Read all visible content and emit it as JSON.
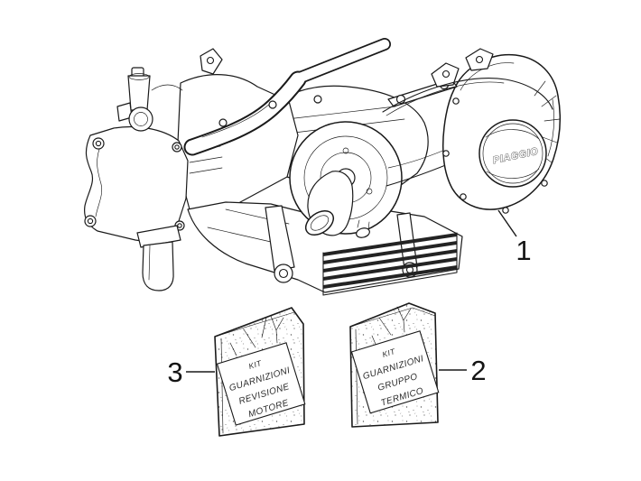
{
  "diagram": {
    "engine": {
      "logo_text": "PIAGGIO"
    },
    "callouts": [
      {
        "label": "1",
        "part": "engine-assembly"
      },
      {
        "label": "2",
        "part": "thermal-unit-gasket-kit"
      },
      {
        "label": "3",
        "part": "engine-overhaul-gasket-kit"
      }
    ],
    "bags": [
      {
        "callout": "3",
        "lines": [
          "KIT",
          "GUARNIZIONI",
          "REVISIONE",
          "MOTORE"
        ]
      },
      {
        "callout": "2",
        "lines": [
          "KIT",
          "GUARNIZIONI",
          "GRUPPO",
          "TERMICO"
        ]
      }
    ],
    "colors": {
      "line": "#1a1a1a",
      "background": "#ffffff"
    }
  }
}
